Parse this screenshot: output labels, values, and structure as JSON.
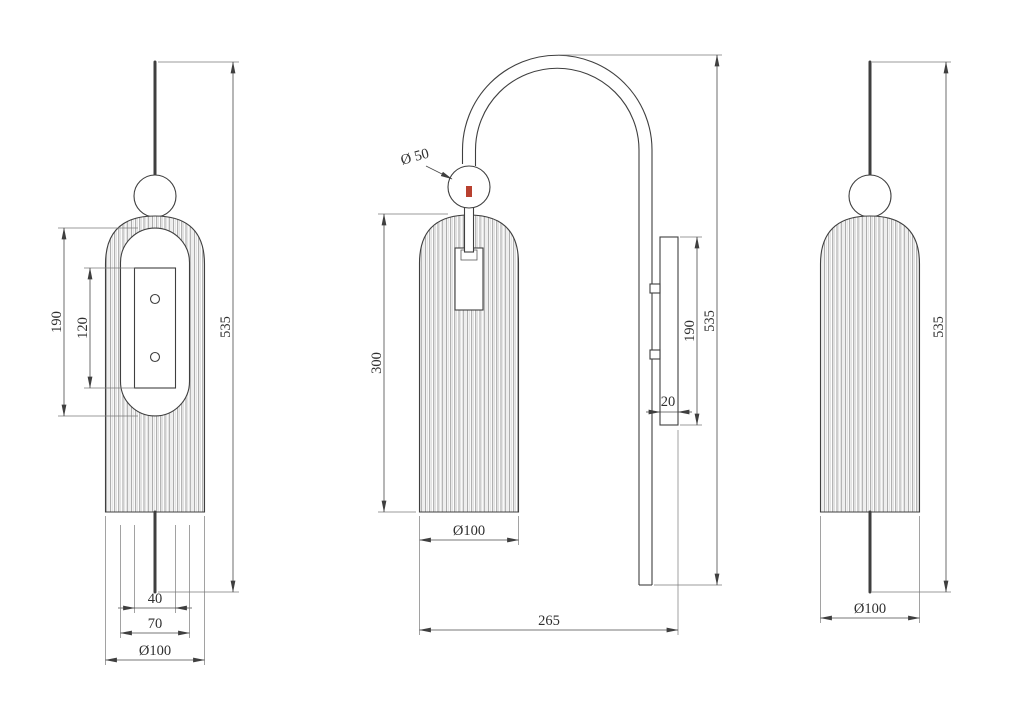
{
  "drawing": {
    "title": "wall-lamp-three-view-dimension-drawing",
    "views": {
      "front": {
        "dims": {
          "oval_height": "190",
          "bracket_height": "120",
          "total_height": "535",
          "bracket_width": "40",
          "oval_width": "70",
          "shade_diameter": "Ø100"
        }
      },
      "side": {
        "dims": {
          "ball_diameter": "Ø 50",
          "shade_height": "300",
          "shade_diameter": "Ø100",
          "projection": "265",
          "plate_thickness": "20",
          "plate_height": "190",
          "total_height": "535"
        }
      },
      "back": {
        "dims": {
          "total_height": "535",
          "shade_diameter": "Ø100"
        }
      }
    }
  }
}
